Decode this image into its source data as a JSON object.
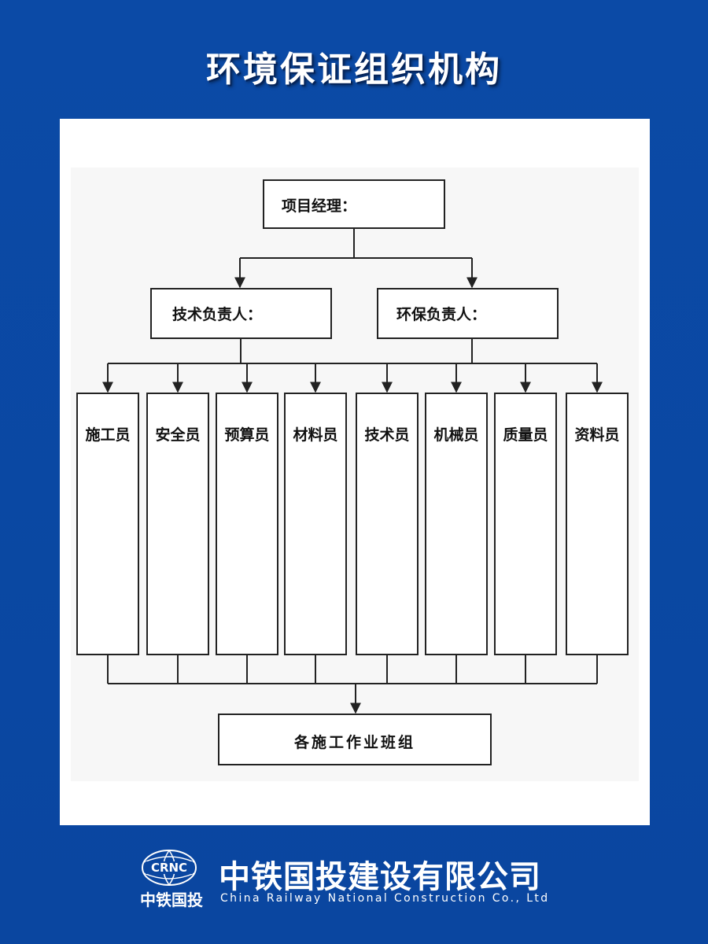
{
  "title": "环境保证组织机构",
  "diagram": {
    "root": "项目经理：",
    "level2": [
      "技术负责人：",
      "环保负责人："
    ],
    "staff": [
      "施工员",
      "安全员",
      "预算员",
      "材料员",
      "技术员",
      "机械员",
      "质量员",
      "资料员"
    ],
    "bottom": "各施工作业班组"
  },
  "footer": {
    "logo_text": "CRNC",
    "logo_sub": "中铁国投",
    "company_cn": "中铁国投建设有限公司",
    "company_en": "China Railway National Construction Co., Ltd"
  },
  "colors": {
    "background": "#0a46a0",
    "panel": "#ffffff",
    "line": "#222222"
  }
}
